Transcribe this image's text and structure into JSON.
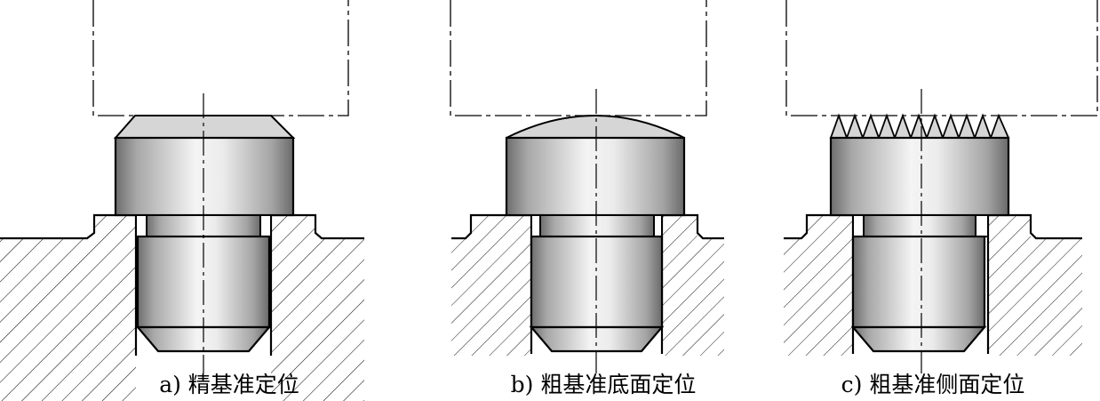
{
  "captions": {
    "a": "a) 精基准定位",
    "b": "b) 粗基准底面定位",
    "c": "c) 粗基准侧面定位"
  },
  "colors": {
    "outline": "#000000",
    "metal_light": "#f2f2f2",
    "metal_mid": "#c8c8c8",
    "metal_dark": "#8c8c8c",
    "top_cap": "#d9d9d9"
  },
  "icons": {
    "panel_a_top": "flat-chamfered-top",
    "panel_b_top": "domed-top",
    "panel_c_top": "serrated-teeth-top"
  }
}
